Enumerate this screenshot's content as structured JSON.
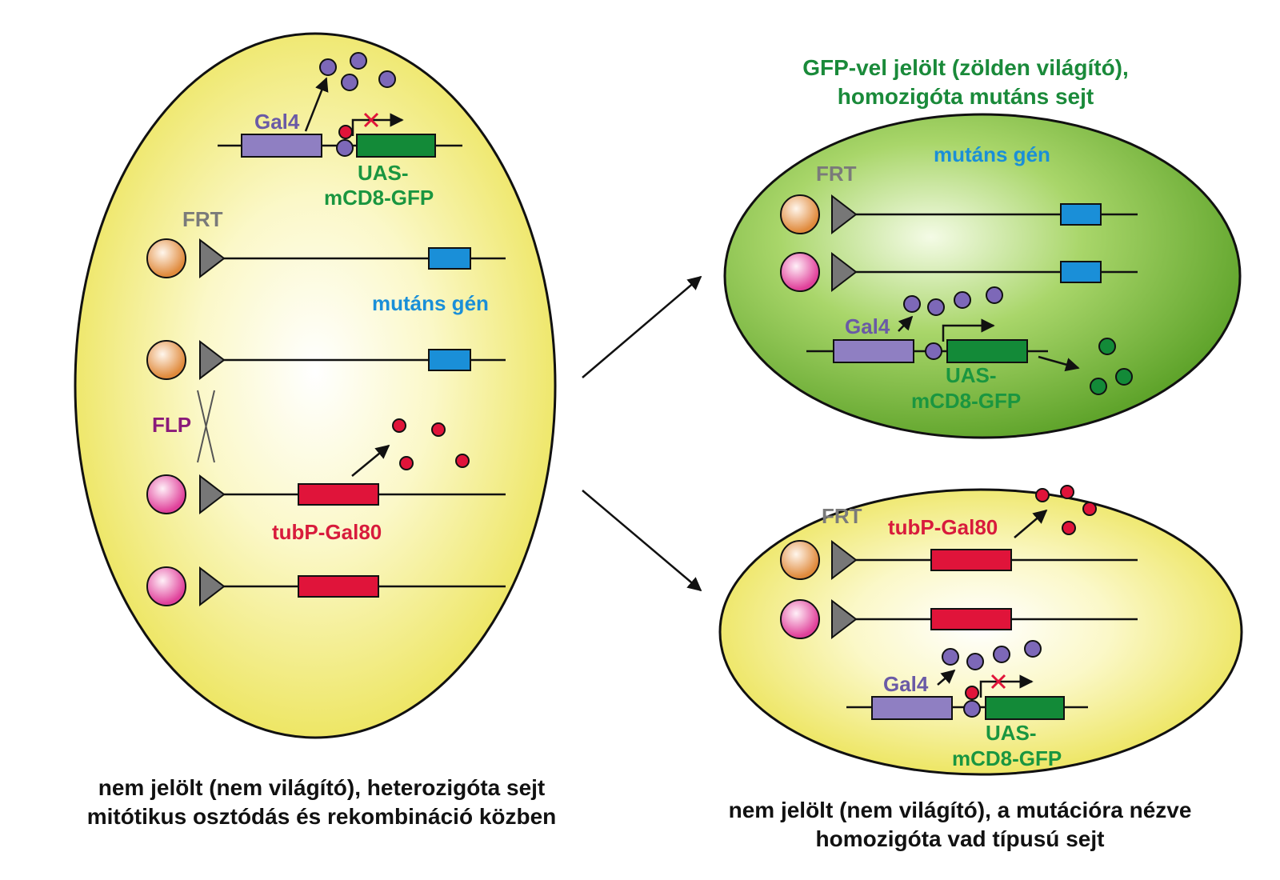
{
  "colors": {
    "cell_yellow": "#f3ef6a",
    "cell_green": "#86c33a",
    "gal4_box": "#8f7fc2",
    "gal4_text": "#6a5aa6",
    "gfp_box": "#138a38",
    "gfp_text": "#1a9640",
    "gal80_box": "#e0143a",
    "gal80_text": "#d81b3c",
    "mutant_box": "#1a8fd8",
    "mutant_text": "#1a8fd8",
    "frt_text": "#7a7a7a",
    "flp_text": "#8a1a7a",
    "title_green": "#1a8a3a",
    "centromere_orange": "#e9a060",
    "centromere_pink": "#e85aa8"
  },
  "icons": {
    "frt": "frt-triangle-icon",
    "centromere": "centromere-circle-icon",
    "gal4_protein": "gal4-protein-dot-icon",
    "gal80_protein": "gal80-protein-dot-icon",
    "gfp_protein": "gfp-protein-dot-icon",
    "block": "red-x-block-icon",
    "arrow": "arrow-icon"
  },
  "left_cell": {
    "gal4_label": "Gal4",
    "uas_label_line1": "UAS-",
    "uas_label_line2": "mCD8-GFP",
    "frt_label": "FRT",
    "mutant_gene_label": "mutáns gén",
    "flp_label": "FLP",
    "gal80_label": "tubP-Gal80",
    "caption_line1": "nem jelölt (nem világító), heterozigóta sejt",
    "caption_line2": "mitótikus osztódás és rekombináció  közben"
  },
  "top_right_cell": {
    "title_line1": "GFP-vel jelölt (zölden világító),",
    "title_line2": "homozigóta mutáns sejt",
    "mutant_gene_label": "mutáns gén",
    "frt_label": "FRT",
    "gal4_label": "Gal4",
    "uas_label_line1": "UAS-",
    "uas_label_line2": "mCD8-GFP"
  },
  "bottom_right_cell": {
    "frt_label": "FRT",
    "gal80_label": "tubP-Gal80",
    "gal4_label": "Gal4",
    "uas_label_line1": "UAS-",
    "uas_label_line2": "mCD8-GFP",
    "caption_line1": "nem jelölt (nem világító), a mutációra nézve",
    "caption_line2": "homozigóta vad típusú sejt"
  }
}
